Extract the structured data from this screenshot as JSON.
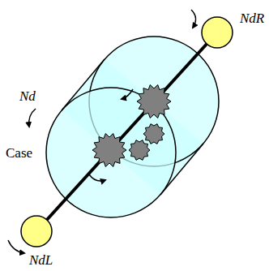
{
  "diagram": {
    "labels": [
      "NdR",
      "Nd",
      "Case",
      "NdL"
    ]
  }
}
